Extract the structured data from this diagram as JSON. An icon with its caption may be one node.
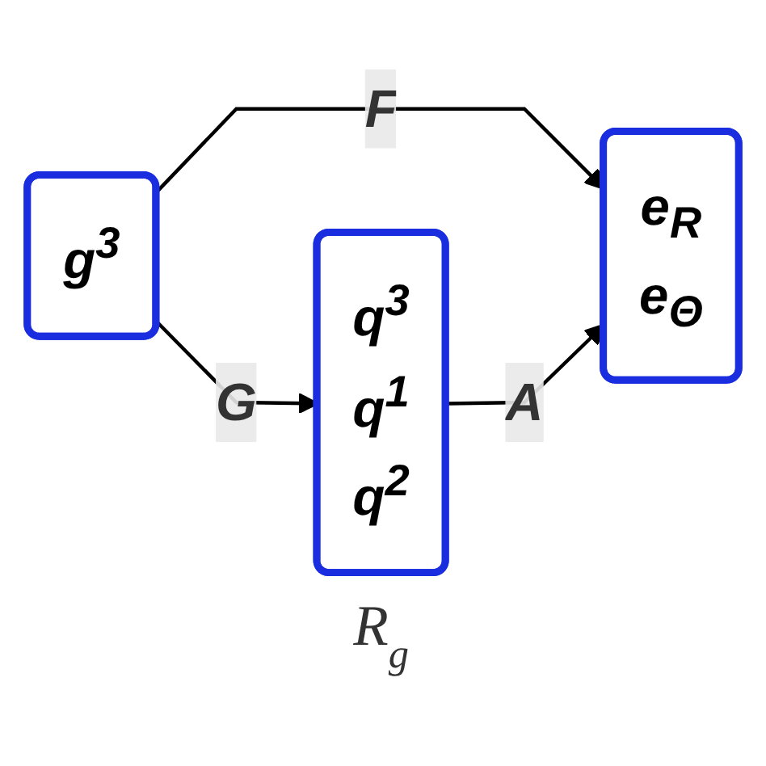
{
  "diagram": {
    "nodes": [
      {
        "text": [
          "g$^{3}$"
        ]
      },
      {
        "text": [
          "e$_{R}$",
          "e$_{Θ}$"
        ]
      },
      {
        "text": [
          "q$^{3}$",
          "q$^{1}$",
          "q$^{2}$"
        ],
        "beside": [
          "R$_{g}$"
        ]
      }
    ],
    "edges": [
      {
        "from": 0,
        "to": 1,
        "arrow": "to",
        "label": "F"
      },
      {
        "from": 0,
        "to": 2,
        "arrow": "to",
        "label": "G"
      },
      {
        "from": 2,
        "to": 1,
        "arrow": "to",
        "label": "A"
      }
    ]
  }
}
